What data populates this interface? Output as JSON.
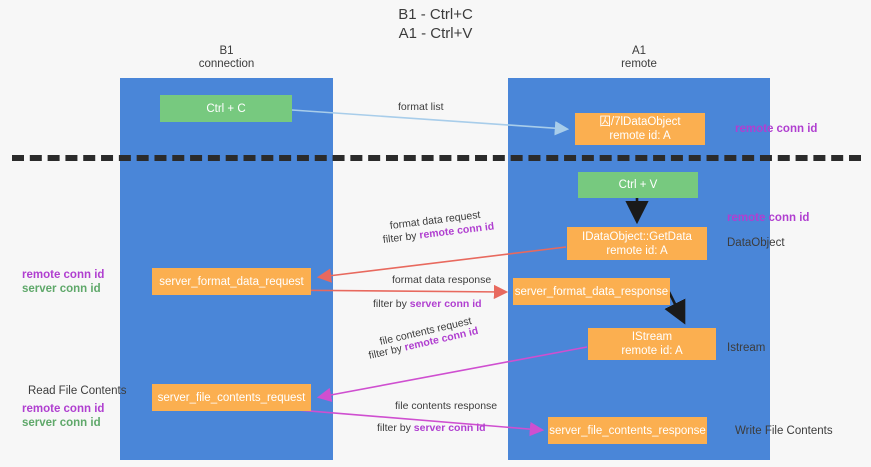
{
  "title": {
    "line1": "B1 - Ctrl+C",
    "line2": "A1 - Ctrl+V"
  },
  "columns": {
    "b1": {
      "name": "B1",
      "role": "connection"
    },
    "a1": {
      "name": "A1",
      "role": "remote"
    }
  },
  "nodes": {
    "ctrl_c": {
      "label": "Ctrl + C",
      "color": "#77c97f"
    },
    "idataobject": {
      "line1": "囚/7lDataObject",
      "line2": "remote id: A",
      "color": "#fbaf50"
    },
    "ctrl_v": {
      "label": "Ctrl + V",
      "color": "#77c97f"
    },
    "getdata": {
      "line1": "IDataObject::GetData",
      "line2": "remote id: A",
      "color": "#fbaf50"
    },
    "server_format_data_request": {
      "label": "server_format_data_request",
      "color": "#fbaf50"
    },
    "server_format_data_response": {
      "label": "server_format_data_response",
      "color": "#fbaf50"
    },
    "istream": {
      "line1": "IStream",
      "line2": "remote id: A",
      "color": "#fbaf50"
    },
    "server_file_contents_request": {
      "label": "server_file_contents_request",
      "color": "#fbaf50"
    },
    "server_file_contents_response": {
      "label": "server_file_contents_response",
      "color": "#fbaf50"
    }
  },
  "edge_labels": {
    "format_list": "format list",
    "format_data_request": "format data request",
    "format_data_request_filter_prefix": "filter by ",
    "format_data_request_filter_value": "remote conn id",
    "format_data_response": "format data response",
    "format_data_response_filter_prefix": "filter by ",
    "format_data_response_filter_value": "server conn id",
    "file_contents_request": "file contents request",
    "file_contents_request_filter_prefix": "filter by ",
    "file_contents_request_filter_value": "remote conn id",
    "file_contents_response": "file contents response",
    "file_contents_response_filter_prefix": "filter by ",
    "file_contents_response_filter_value": "server conn id"
  },
  "side_labels": {
    "remote_conn_id_top": "remote conn id",
    "remote_conn_id_mid": "remote conn id",
    "dataobject": "DataObject",
    "istream": "Istream",
    "write_file_contents": "Write File Contents",
    "read_file_contents": "Read File Contents",
    "left_remote_conn_id_1": "remote conn id",
    "left_server_conn_id_1": "server conn id",
    "left_remote_conn_id_2": "remote conn id",
    "left_server_conn_id_2": "server conn id"
  },
  "colors": {
    "column": "#4a86d8",
    "green_node": "#77c97f",
    "orange_node": "#fbaf50",
    "purple_text": "#b03fd0",
    "green_text": "#5fa86a",
    "divider": "#2b2b2b",
    "arrow_blue": "#a8cdea",
    "arrow_red": "#e8695e",
    "arrow_magenta": "#cf4fd0",
    "arrow_black": "#1a1a1a"
  }
}
